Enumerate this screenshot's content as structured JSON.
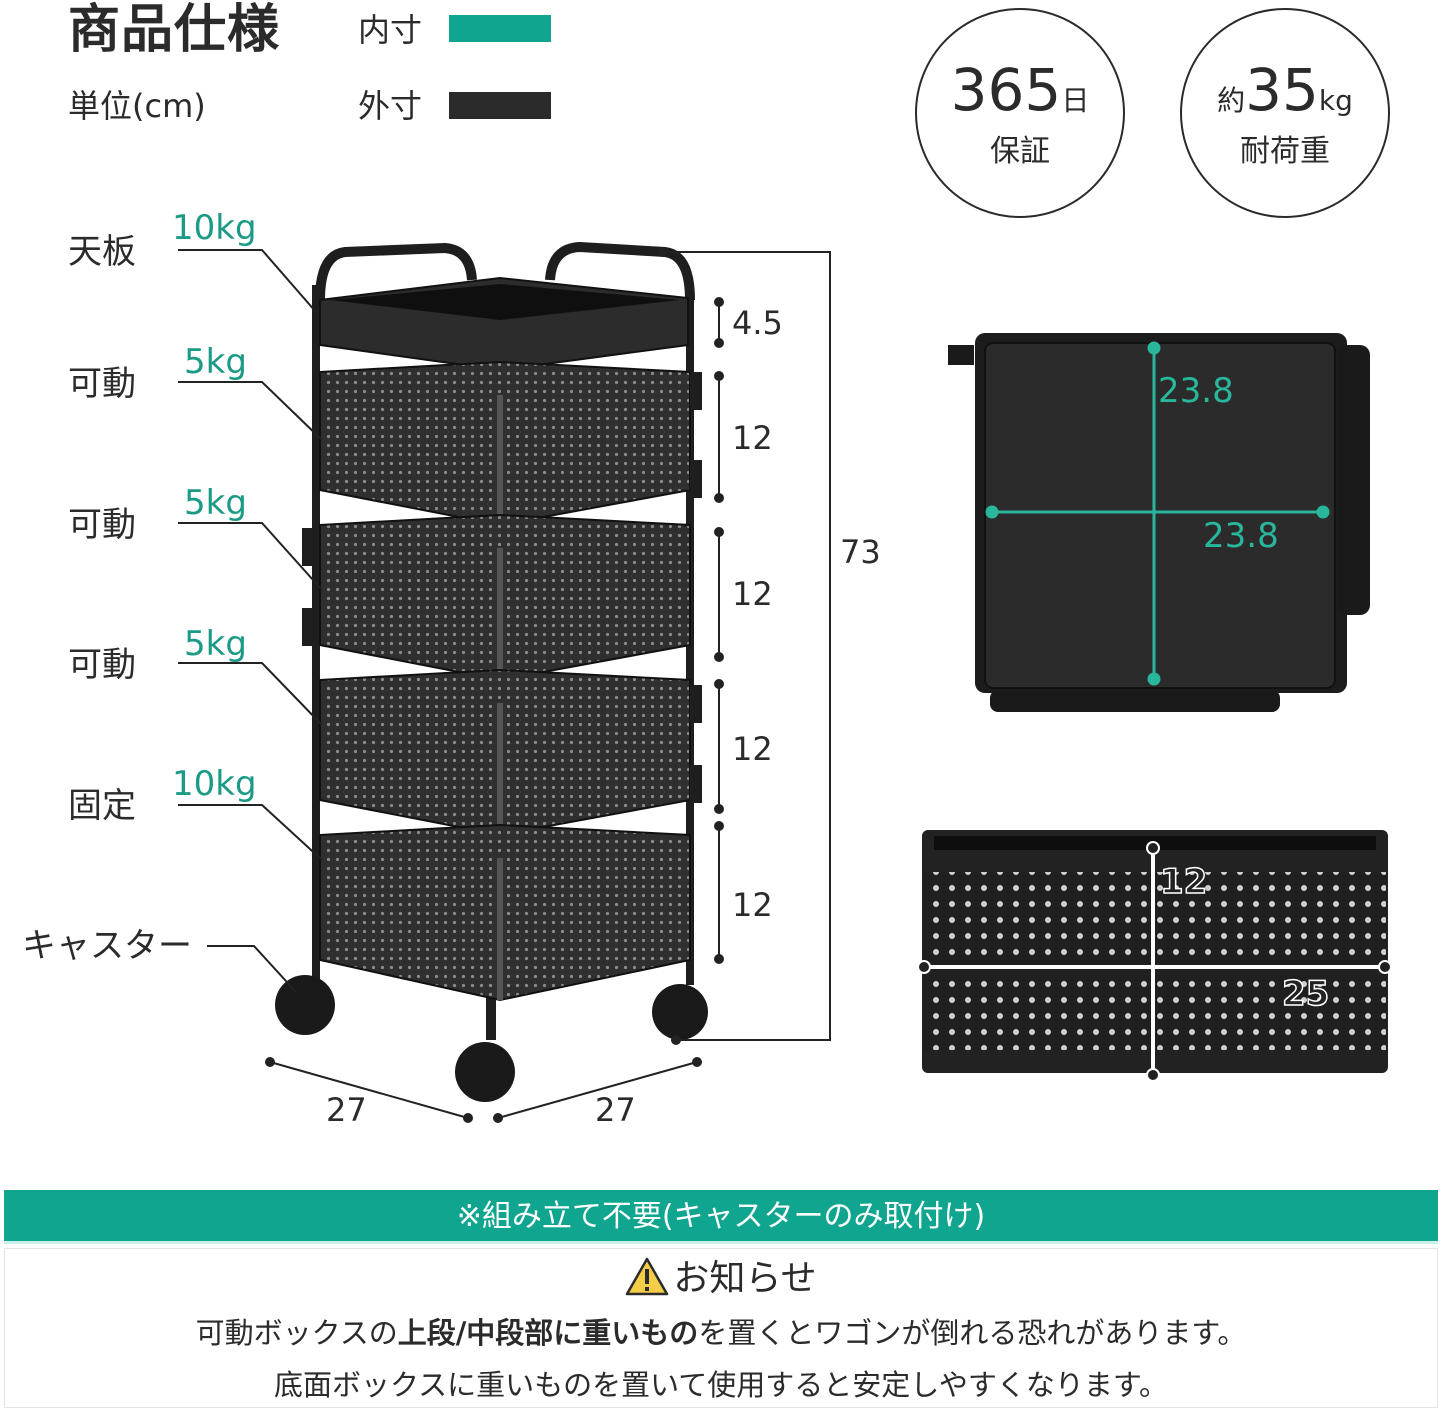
{
  "header": {
    "title": "商品仕様",
    "unit": "単位(cm)",
    "legend": [
      {
        "label": "内寸",
        "color": "#10a58f"
      },
      {
        "label": "外寸",
        "color": "#2b2b2b"
      }
    ]
  },
  "badges": [
    {
      "value": "365",
      "suffix": "日",
      "prefix": "",
      "caption": "保証"
    },
    {
      "value": "35",
      "suffix": "kg",
      "prefix": "約",
      "caption": "耐荷重"
    }
  ],
  "parts": [
    {
      "name": "天板",
      "load": "10kg"
    },
    {
      "name": "可動",
      "load": "5kg"
    },
    {
      "name": "可動",
      "load": "5kg"
    },
    {
      "name": "可動",
      "load": "5kg"
    },
    {
      "name": "固定",
      "load": "10kg"
    },
    {
      "name": "キャスター",
      "load": ""
    }
  ],
  "dimensions": {
    "segments": [
      "4.5",
      "12",
      "12",
      "12",
      "12"
    ],
    "total_height": "73",
    "width": "27",
    "depth": "27"
  },
  "top_view": {
    "inner_width": "23.8",
    "inner_depth": "23.8"
  },
  "box_view": {
    "height": "12",
    "width": "25"
  },
  "banner": "※組み立て不要(キャスターのみ取付け)",
  "notice": {
    "icon": "warning-icon",
    "title": "お知らせ",
    "line1_a": "可動ボックスの",
    "line1_b": "上段/中段部に重いもの",
    "line1_c": "を置くとワゴンが倒れる恐れがあります。",
    "line2": "底面ボックスに重いものを置いて使用すると安定しやすくなります。"
  },
  "colors": {
    "teal": "#10a58f",
    "teal_light": "#28b79c",
    "dark": "#2b2b2b",
    "warning": "#f3cd47"
  }
}
